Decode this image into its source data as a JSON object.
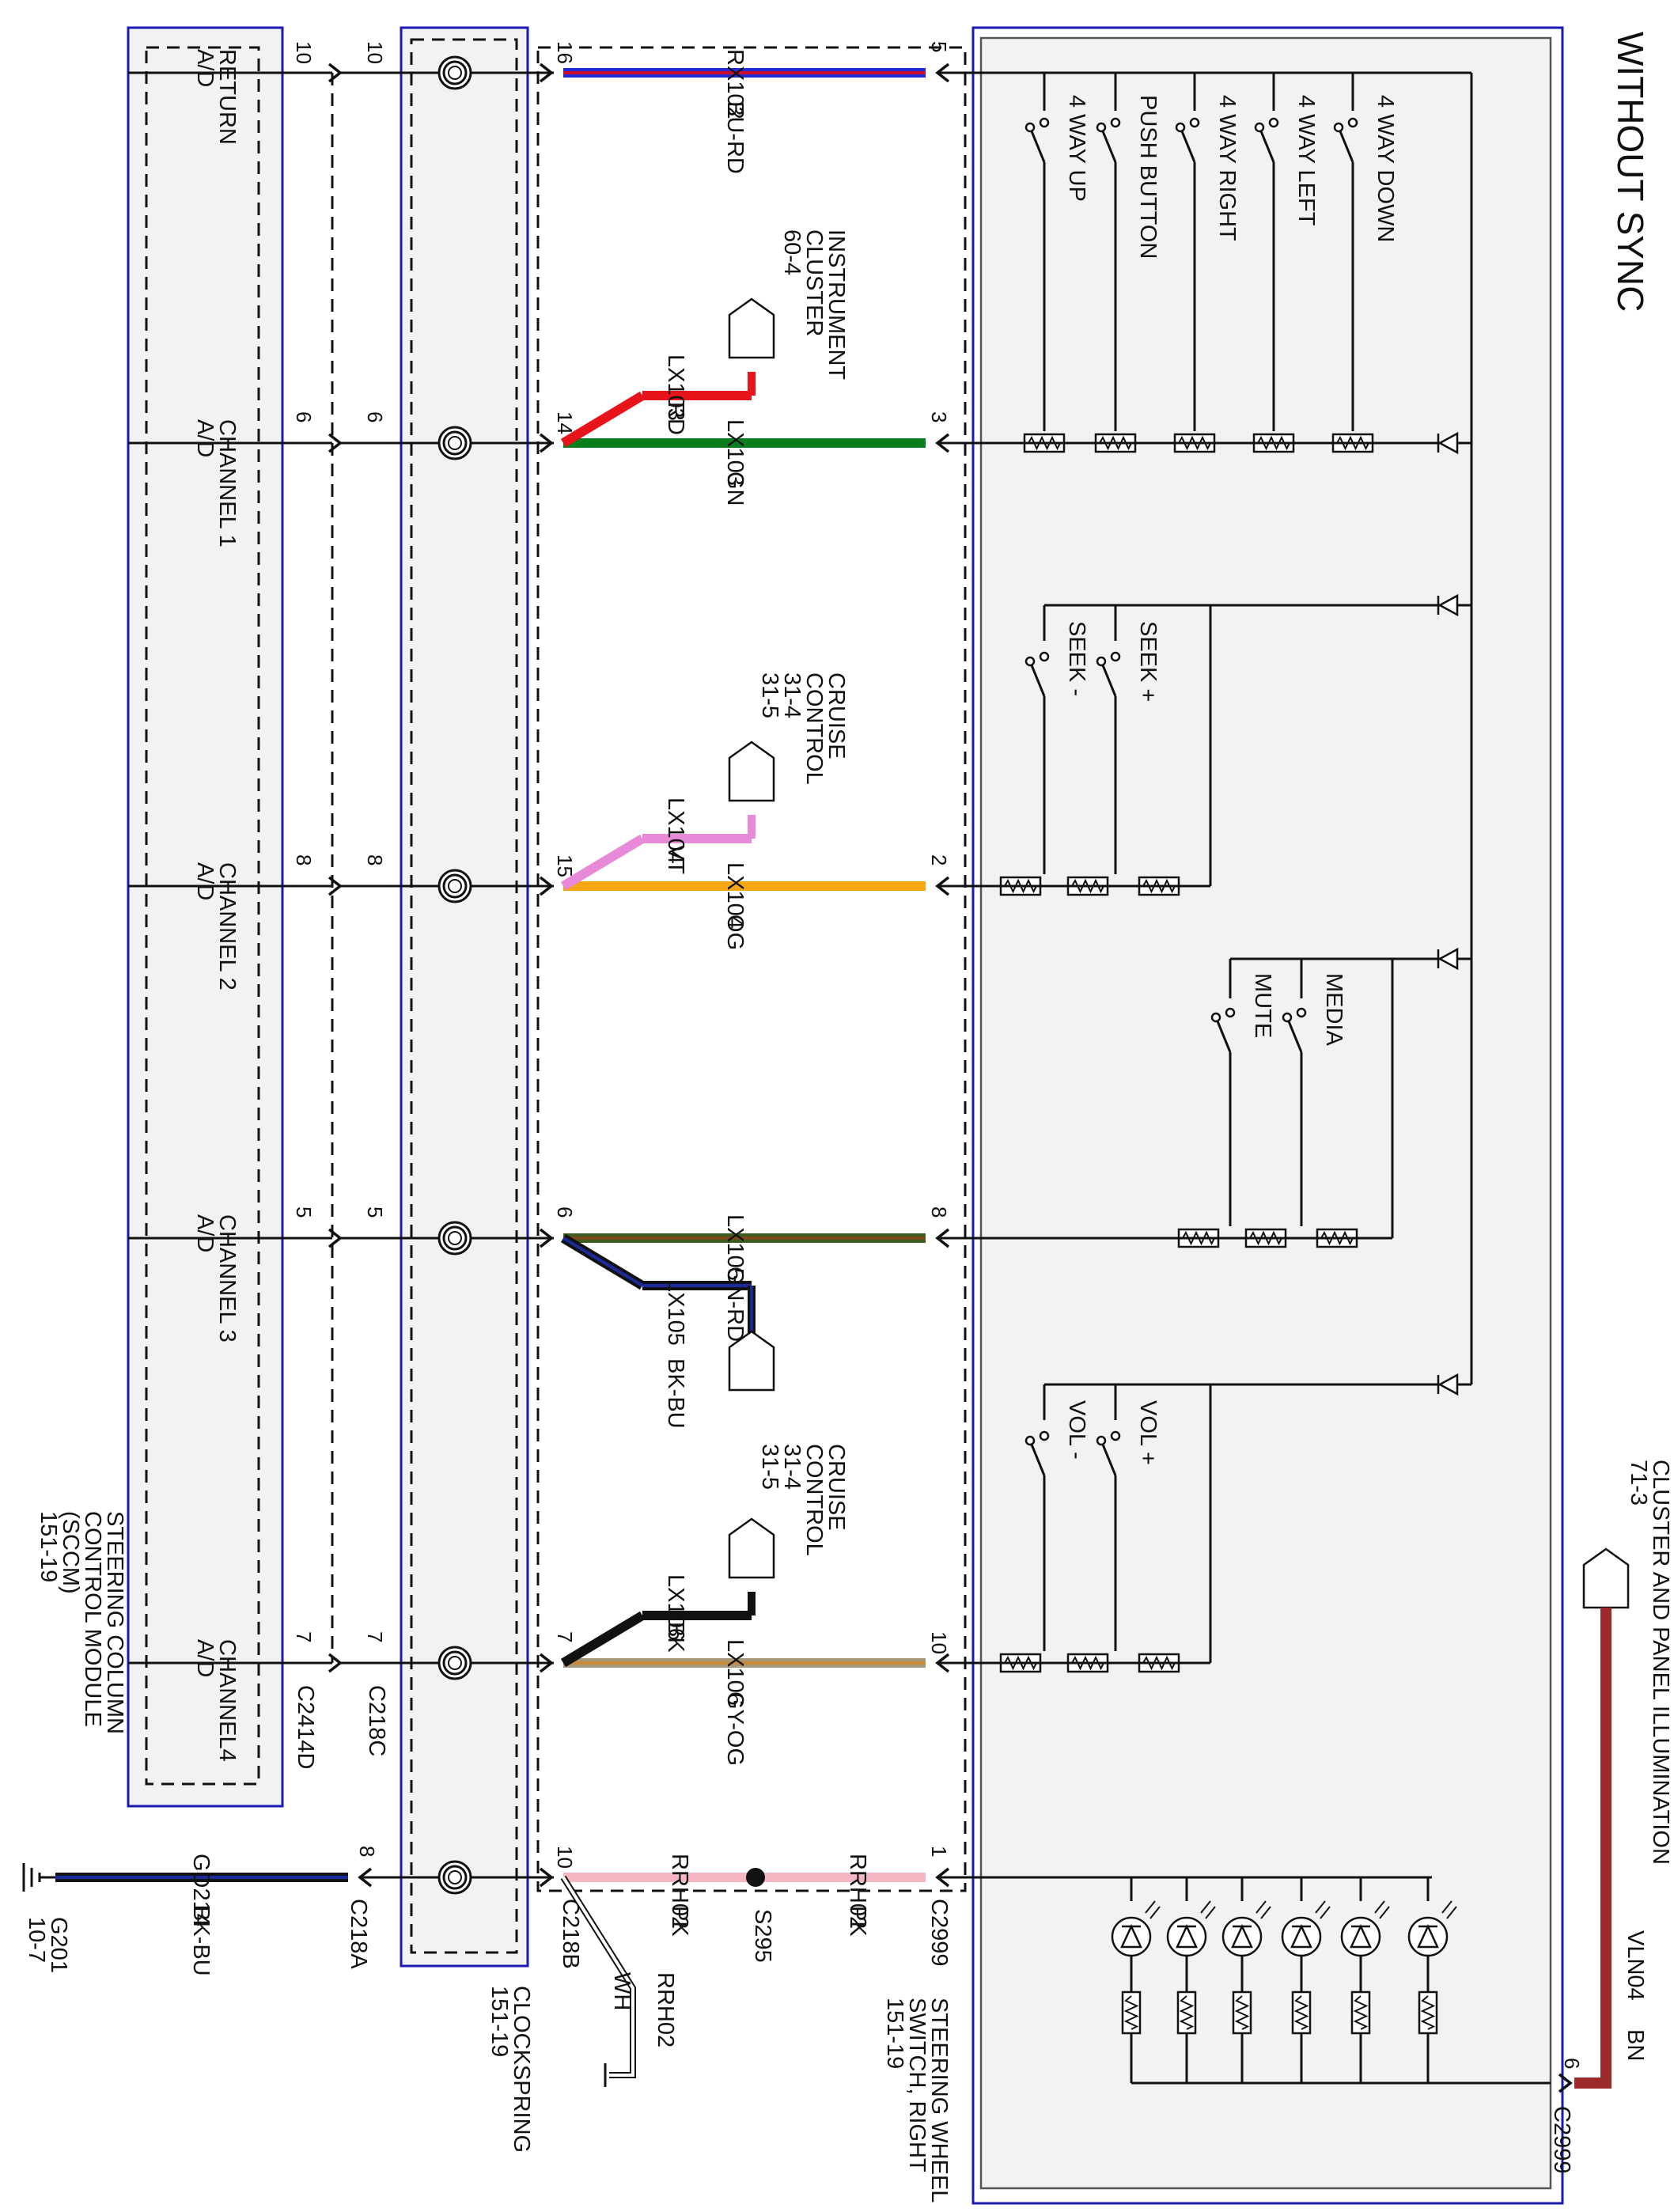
{
  "title": "WITHOUT SYNC",
  "modules": {
    "sccm": {
      "name_lines": [
        "STEERING COLUMN",
        "CONTROL MODULE",
        "(SCCM)",
        "151-19"
      ],
      "connector": "C2414D"
    },
    "clockspring": {
      "name_lines": [
        "CLOCKSPRING",
        "151-19"
      ],
      "connector_left": "C218C",
      "connector_gnd": "C218A",
      "connector_right": "C218B"
    },
    "switch": {
      "name_lines": [
        "STEERING WHEEL",
        "SWITCH, RIGHT",
        "151-19"
      ],
      "connector": "C2999",
      "connector_illum": "C2999"
    }
  },
  "channels": [
    {
      "sccm_label": [
        "A/D",
        "RETURN"
      ],
      "sccm_pin": "10",
      "cs_in_pin": "10",
      "cs_out_pin": "16",
      "sw_pin": "5",
      "circuit": "RX102",
      "color": "BU-RD",
      "wire_colors": [
        "#1f2bd6",
        "#c8102e"
      ],
      "branch": null,
      "switches": [
        "4 WAY UP",
        "PUSH BUTTON",
        "4 WAY RIGHT",
        "4 WAY LEFT",
        "4 WAY DOWN"
      ]
    },
    {
      "sccm_label": [
        "A/D",
        "CHANNEL 1"
      ],
      "sccm_pin": "6",
      "cs_in_pin": "6",
      "cs_out_pin": "14",
      "sw_pin": "3",
      "circuit": "LX103",
      "color": "GN",
      "wire_colors": [
        "#0a7d1e",
        "#0a7d1e"
      ],
      "branch": {
        "circuit": "LX103",
        "color": "RD",
        "wire_colors": [
          "#e8141c",
          "#e8141c"
        ],
        "dest_lines": [
          "INSTRUMENT",
          "CLUSTER",
          "60-4"
        ]
      },
      "switches": []
    },
    {
      "sccm_label": [
        "A/D",
        "CHANNEL 2"
      ],
      "sccm_pin": "8",
      "cs_in_pin": "8",
      "cs_out_pin": "15",
      "sw_pin": "2",
      "circuit": "LX104",
      "color": "OG",
      "wire_colors": [
        "#f5a511",
        "#f5a511"
      ],
      "branch": {
        "circuit": "LX104",
        "color": "VT",
        "wire_colors": [
          "#e98ad8",
          "#e98ad8"
        ],
        "dest_lines": [
          "CRUISE",
          "CONTROL",
          "31-4",
          "31-5"
        ]
      },
      "switches": [
        "SEEK -",
        "SEEK +"
      ]
    },
    {
      "sccm_label": [
        "A/D",
        "CHANNEL 3"
      ],
      "sccm_pin": "5",
      "cs_in_pin": "5",
      "cs_out_pin": "6",
      "sw_pin": "8",
      "circuit": "LX105",
      "color": "GN-RD",
      "wire_colors": [
        "#3b5e1e",
        "#7a4a1a"
      ],
      "branch": {
        "circuit": "LX105",
        "color": "BK-BU",
        "wire_colors": [
          "#111111",
          "#1c2b9c"
        ],
        "dest_lines": [
          "CRUISE",
          "CONTROL",
          "31-4",
          "31-5"
        ]
      },
      "switches": [
        "MUTE",
        "MEDIA"
      ]
    },
    {
      "sccm_label": [
        "A/D",
        "CHANNEL4"
      ],
      "sccm_pin": "7",
      "cs_in_pin": "7",
      "cs_out_pin": "7",
      "sw_pin": "10",
      "circuit": "LX106",
      "color": "GY-OG",
      "wire_colors": [
        "#a8987a",
        "#c98a3c"
      ],
      "branch": {
        "circuit": "LX106",
        "color": "BK",
        "wire_colors": [
          "#111111",
          "#111111"
        ],
        "dest_lines": []
      },
      "switches": [
        "VOL -",
        "VOL +"
      ]
    }
  ],
  "ground": {
    "circuit": "GD214",
    "color": "BK-BU",
    "wire_colors": [
      "#111111",
      "#1c2b9c"
    ],
    "pin": "8",
    "ground_id": [
      "G201",
      "10-7"
    ]
  },
  "illumination_return": {
    "circuit": "RRH02",
    "color": "PK",
    "splice": "S295",
    "cs_pin": "10",
    "sw_pin": "1",
    "shield_circuit": "RRH02",
    "shield_color": "WH"
  },
  "illumination_feed": {
    "circuit": "VLN04",
    "color": "BN",
    "wire_color": "#9c2a2a",
    "pin": "6",
    "source_lines": [
      "CLUSTER AND PANEL ILLUMINATION",
      "71-3"
    ]
  }
}
